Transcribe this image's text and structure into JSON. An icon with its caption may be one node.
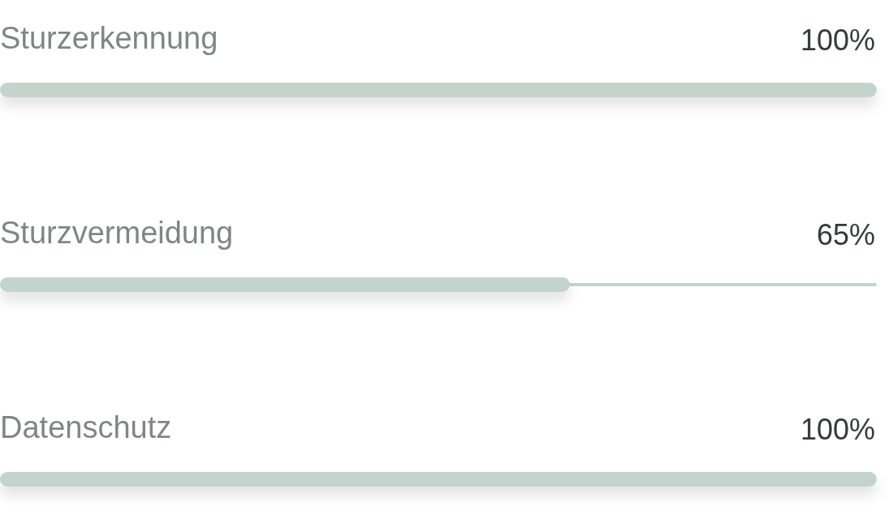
{
  "diagram": {
    "chart_data": {
      "type": "bar",
      "orientation": "horizontal",
      "categories": [
        "Sturzerkennung",
        "Sturzvermeidung",
        "Datenschutz"
      ],
      "values": [
        100,
        65,
        100
      ],
      "xlim": [
        0,
        100
      ],
      "value_labels": [
        "100%",
        "65%",
        "100%"
      ]
    }
  }
}
